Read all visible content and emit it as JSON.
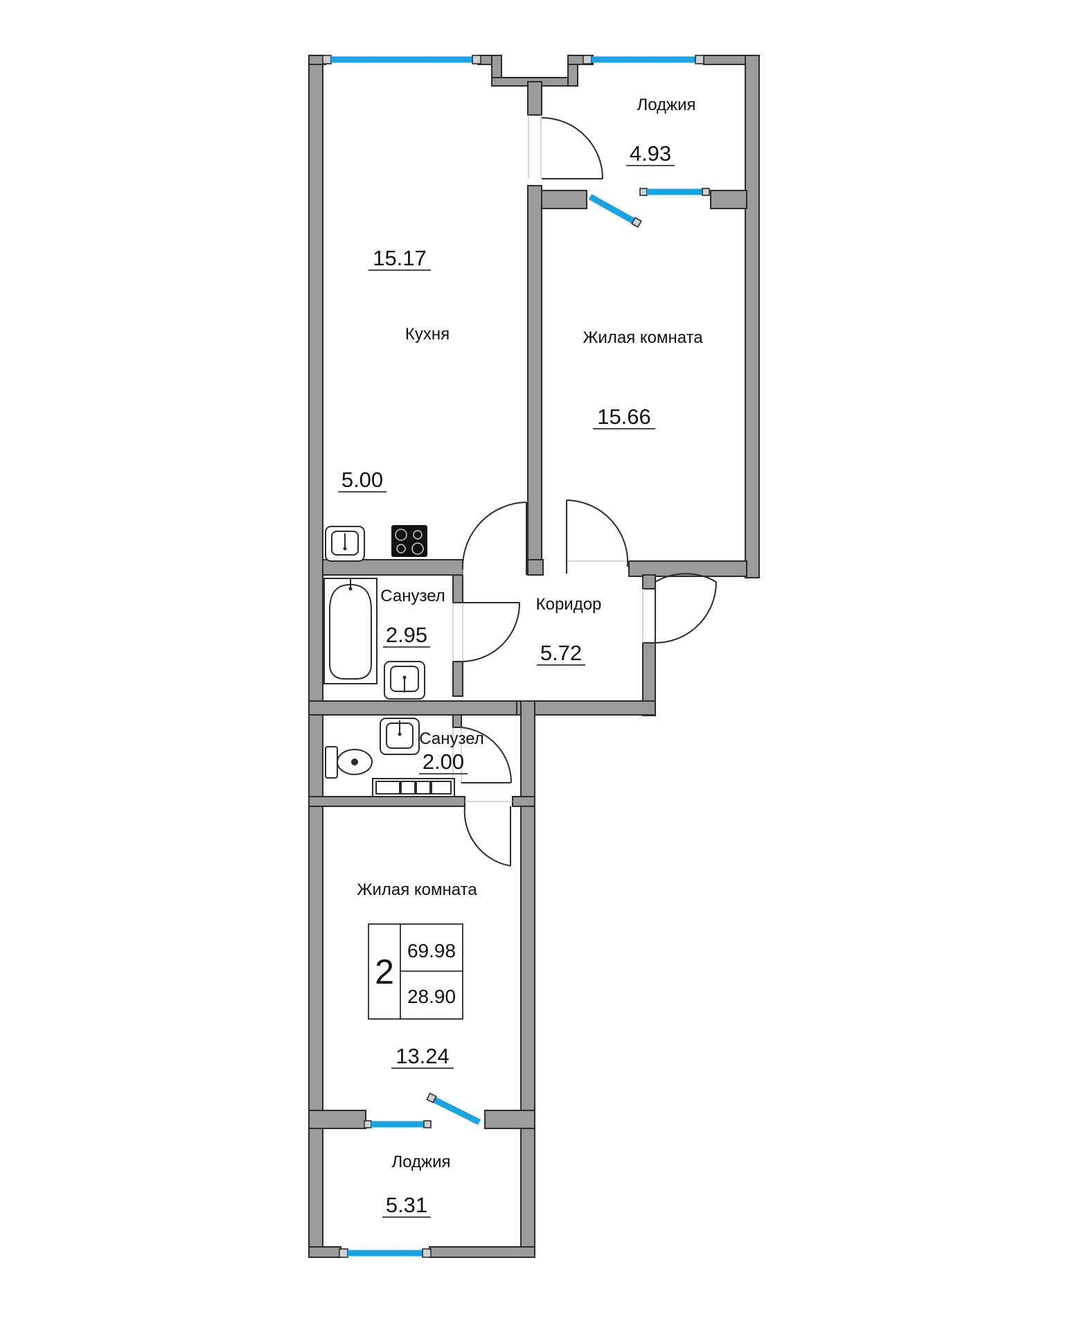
{
  "rooms": [
    {
      "name": "Кухня",
      "area": "15.17"
    },
    {
      "name": "Жилая комната",
      "area": "15.66"
    },
    {
      "name": "Лоджия",
      "area": "4.93"
    },
    {
      "name": "Санузел",
      "area": "2.95"
    },
    {
      "name": "Коридор",
      "area": "5.72"
    },
    {
      "name": "Санузел",
      "area": "2.00"
    },
    {
      "name": "Жилая комната",
      "area": "13.24"
    },
    {
      "name": "Лоджия",
      "area": "5.31"
    }
  ],
  "extra_area": "5.00",
  "summary": {
    "room_count": "2",
    "total_area": "69.98",
    "living_area": "28.90"
  }
}
